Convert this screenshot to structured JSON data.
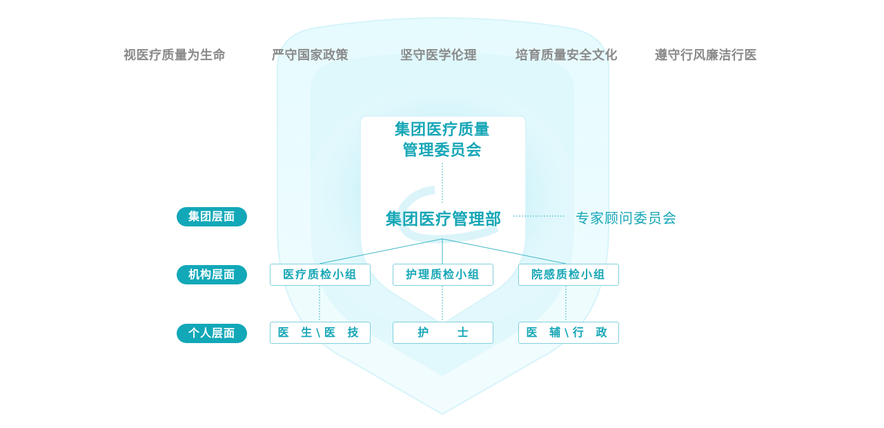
{
  "principles": [
    "视医疗质量为生命",
    "严守国家政策",
    "坚守医学伦理",
    "培育质量安全文化",
    "遵守行风廉洁行医"
  ],
  "committee": {
    "line1": "集团医疗质量",
    "line2": "管理委员会"
  },
  "department": "集团医疗管理部",
  "advisory": "专家顾问委员会",
  "levels": {
    "group": "集团层面",
    "institution": "机构层面",
    "individual": "个人层面"
  },
  "groups": [
    "医疗质检小组",
    "护理质检小组",
    "院感质检小组"
  ],
  "staff": [
    "医 生\\医 技",
    "护 士",
    "医 辅\\行 政"
  ],
  "colors": {
    "accent": "#12a8b8",
    "text_gray": "#8a8a8a",
    "shield_light": "#e8fafd",
    "shield_mid": "#c8f0f8"
  }
}
